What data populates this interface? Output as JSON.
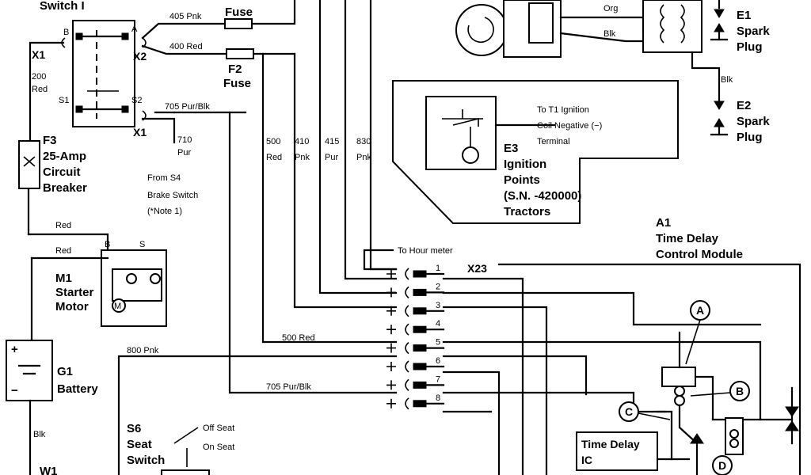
{
  "components": {
    "switch1_title": "Switch I",
    "x1": "X1",
    "x2": "X2",
    "term_b": "B",
    "term_a": "A",
    "term_s1": "S1",
    "term_s2": "S2",
    "fuse_label": "Fuse",
    "f2_label": "F2",
    "f2_sub": "Fuse",
    "f3_label": "F3",
    "f3_line2": "25-Amp",
    "f3_line3": "Circuit",
    "f3_line4": "Breaker",
    "m1_label": "M1",
    "m1_line2": "Starter",
    "m1_line3": "Motor",
    "m1_term_b": "B",
    "m1_term_s": "S",
    "g1_label": "G1",
    "g1_line2": "Battery",
    "g1_plus": "+",
    "g1_minus": "−",
    "s6_label": "S6",
    "s6_line2": "Seat",
    "s6_line3": "Switch",
    "off_seat": "Off Seat",
    "on_seat": "On Seat",
    "w1_label": "W1",
    "e1_label": "E1",
    "e1_line2": "Spark",
    "e1_line3": "Plug",
    "e2_label": "E2",
    "e2_line2": "Spark",
    "e2_line3": "Plug",
    "e3_label": "E3",
    "e3_line2": "Ignition",
    "e3_line3": "Points",
    "e3_line4": "(S.N. -420000)",
    "e3_line5": "Tractors",
    "t1_note1": "To  T1 Ignition",
    "t1_note2": "Coil Negative (−)",
    "t1_note3": "Terminal",
    "a1_label": "A1",
    "a1_line2": "Time Delay",
    "a1_line3": "Control Module",
    "x23": "X23",
    "hour_meter": "To Hour meter",
    "time_delay_ic1": "Time Delay",
    "time_delay_ic2": "IC",
    "brake_from1": "From S4",
    "brake_from2": "Brake Switch",
    "brake_from3": "(*Note 1)",
    "circle_a": "A",
    "circle_b": "B",
    "circle_c": "C",
    "circle_d": "D"
  },
  "wires": {
    "w405": "405 Pnk",
    "w400": "400 Red",
    "w200a": "200",
    "w200b": "Red",
    "w705a": "705 Pur/Blk",
    "w710a": "710",
    "w710b": "Pur",
    "w500a": "500",
    "w500b": "Red",
    "w410a": "410",
    "w410b": "Pnk",
    "w415a": "415",
    "w415b": "Pur",
    "w830a": "830",
    "w830b": "Pnk",
    "red1": "Red",
    "red2": "Red",
    "w500red": "500 Red",
    "w800": "800 Pnk",
    "w705b": "705 Pur/Blk",
    "blk_batt": "Blk",
    "org": "Org",
    "blk_coil": "Blk",
    "blk_plug": "Blk"
  },
  "connector_pins": [
    "1",
    "2",
    "3",
    "4",
    "5",
    "6",
    "7",
    "8"
  ]
}
